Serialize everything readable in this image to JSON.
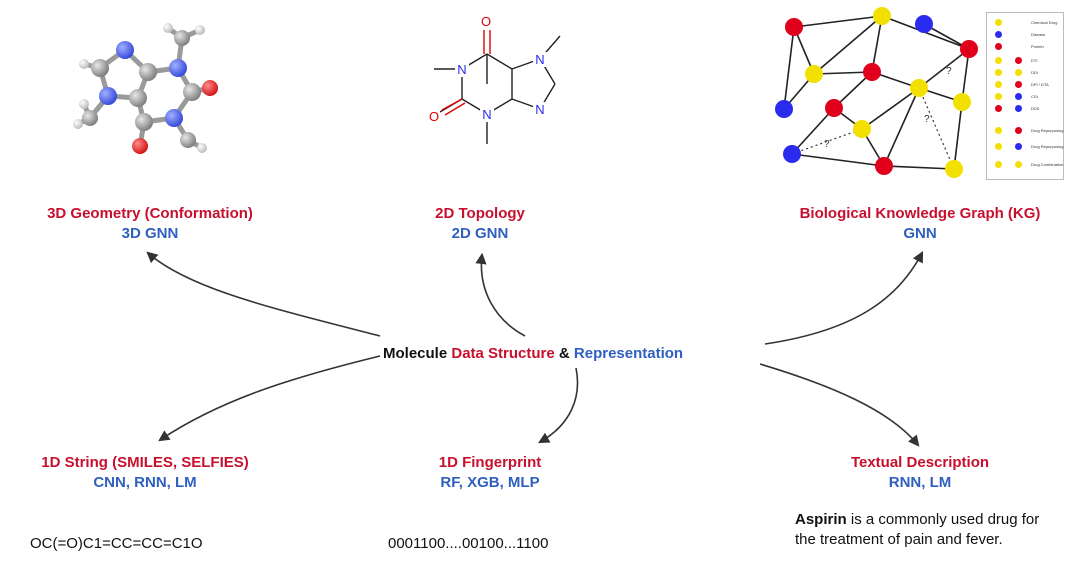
{
  "center": {
    "word1": "Molecule",
    "word2": "Data Structure",
    "amp": "&",
    "word3": "Representation"
  },
  "nodes": {
    "geometry3d": {
      "title": "3D Geometry (Conformation)",
      "model": "3D GNN"
    },
    "topology2d": {
      "title": "2D Topology",
      "model": "2D GNN"
    },
    "kg": {
      "title": "Biological Knowledge Graph (KG)",
      "model": "GNN"
    },
    "string1d": {
      "title": "1D String (SMILES, SELFIES)",
      "model": "CNN, RNN, LM"
    },
    "fingerprint1d": {
      "title": "1D Fingerprint",
      "model": "RF, XGB, MLP"
    },
    "text": {
      "title": "Textual Description",
      "model": "RNN, LM"
    }
  },
  "examples": {
    "smiles": "OC(=O)C1=CC=CC=C1O",
    "fingerprint": "0001100....00100...1100",
    "desc_bold": "Aspirin",
    "desc_rest": " is a commonly used drug for the treatment of pain and fever."
  },
  "topology_labels": {
    "o1": "O",
    "o2": "O",
    "n1": "N",
    "n2": "N",
    "n3": "N",
    "n4": "N"
  },
  "kg_question": "?",
  "kg_legend": [
    "Chemical Drug",
    "Disease",
    "Protein",
    "DTI",
    "DDI",
    "DPI / DTA",
    "CDI",
    "DDS",
    "Drug Repurposing",
    "Drug Repurposing",
    "Drug Combination"
  ],
  "colors": {
    "red": "#c8102e",
    "blue": "#2f5fbf",
    "drug": "#f2e000",
    "disease": "#2b2bf0",
    "protein": "#e0001b"
  }
}
